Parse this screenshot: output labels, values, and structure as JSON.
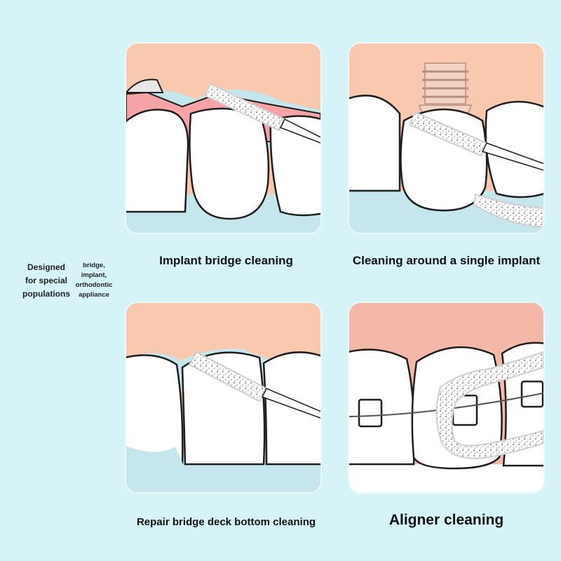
{
  "side_labels": {
    "left": [
      "Designed",
      "for special",
      "populations"
    ],
    "right": [
      "bridge,",
      "implant,",
      "orthodontic",
      "appliance"
    ]
  },
  "panels": [
    {
      "caption": "Implant bridge cleaning",
      "icon": "implant-bridge-illustration"
    },
    {
      "caption": "Cleaning around a single implant",
      "icon": "single-implant-illustration"
    },
    {
      "caption": "Repair bridge deck bottom cleaning",
      "icon": "bridge-deck-illustration"
    },
    {
      "caption": "Aligner cleaning",
      "icon": "braces-aligner-illustration"
    }
  ],
  "colors": {
    "background": "#d6f3f8",
    "gum": "#f8c9ae",
    "pink_gum": "#f6a3a8",
    "lower_gum": "#c5e6ec",
    "tooth": "#ffffff",
    "outline": "#1e1e1e"
  }
}
